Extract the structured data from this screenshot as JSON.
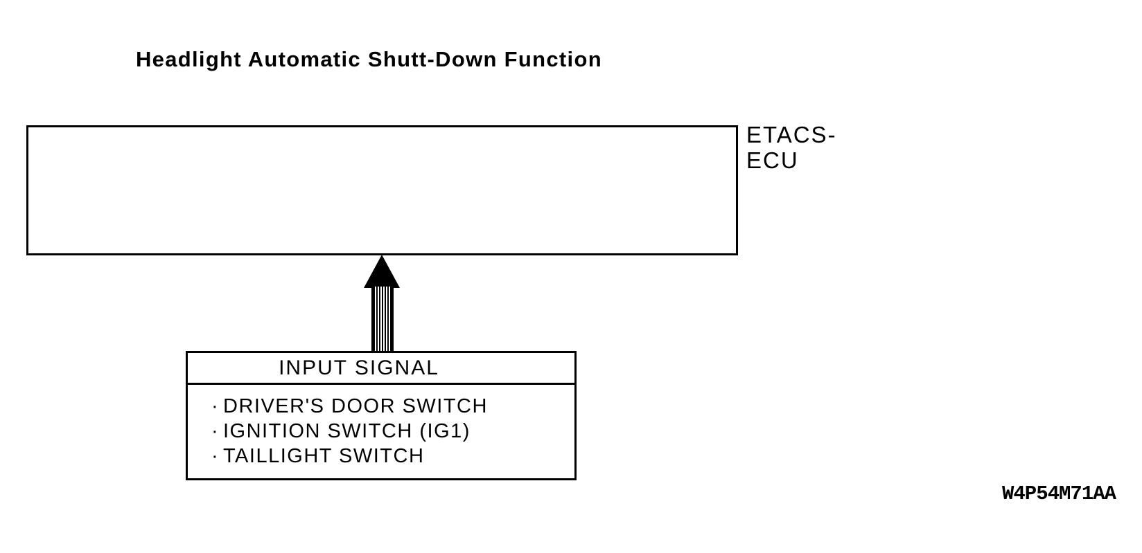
{
  "colors": {
    "ink": "#000000",
    "background": "#ffffff"
  },
  "title": "Headlight Automatic Shutt-Down Function",
  "ecu": {
    "label_line1": "ETACS-",
    "label_line2": "ECU"
  },
  "flow_arrow": {
    "icon": "up-arrow-icon",
    "direction": "up"
  },
  "input_box": {
    "header": "INPUT SIGNAL",
    "bullet": "·",
    "items": [
      "DRIVER'S DOOR SWITCH",
      "IGNITION SWITCH (IG1)",
      "TAILLIGHT SWITCH"
    ]
  },
  "figure_code": "W4P54M71AA"
}
